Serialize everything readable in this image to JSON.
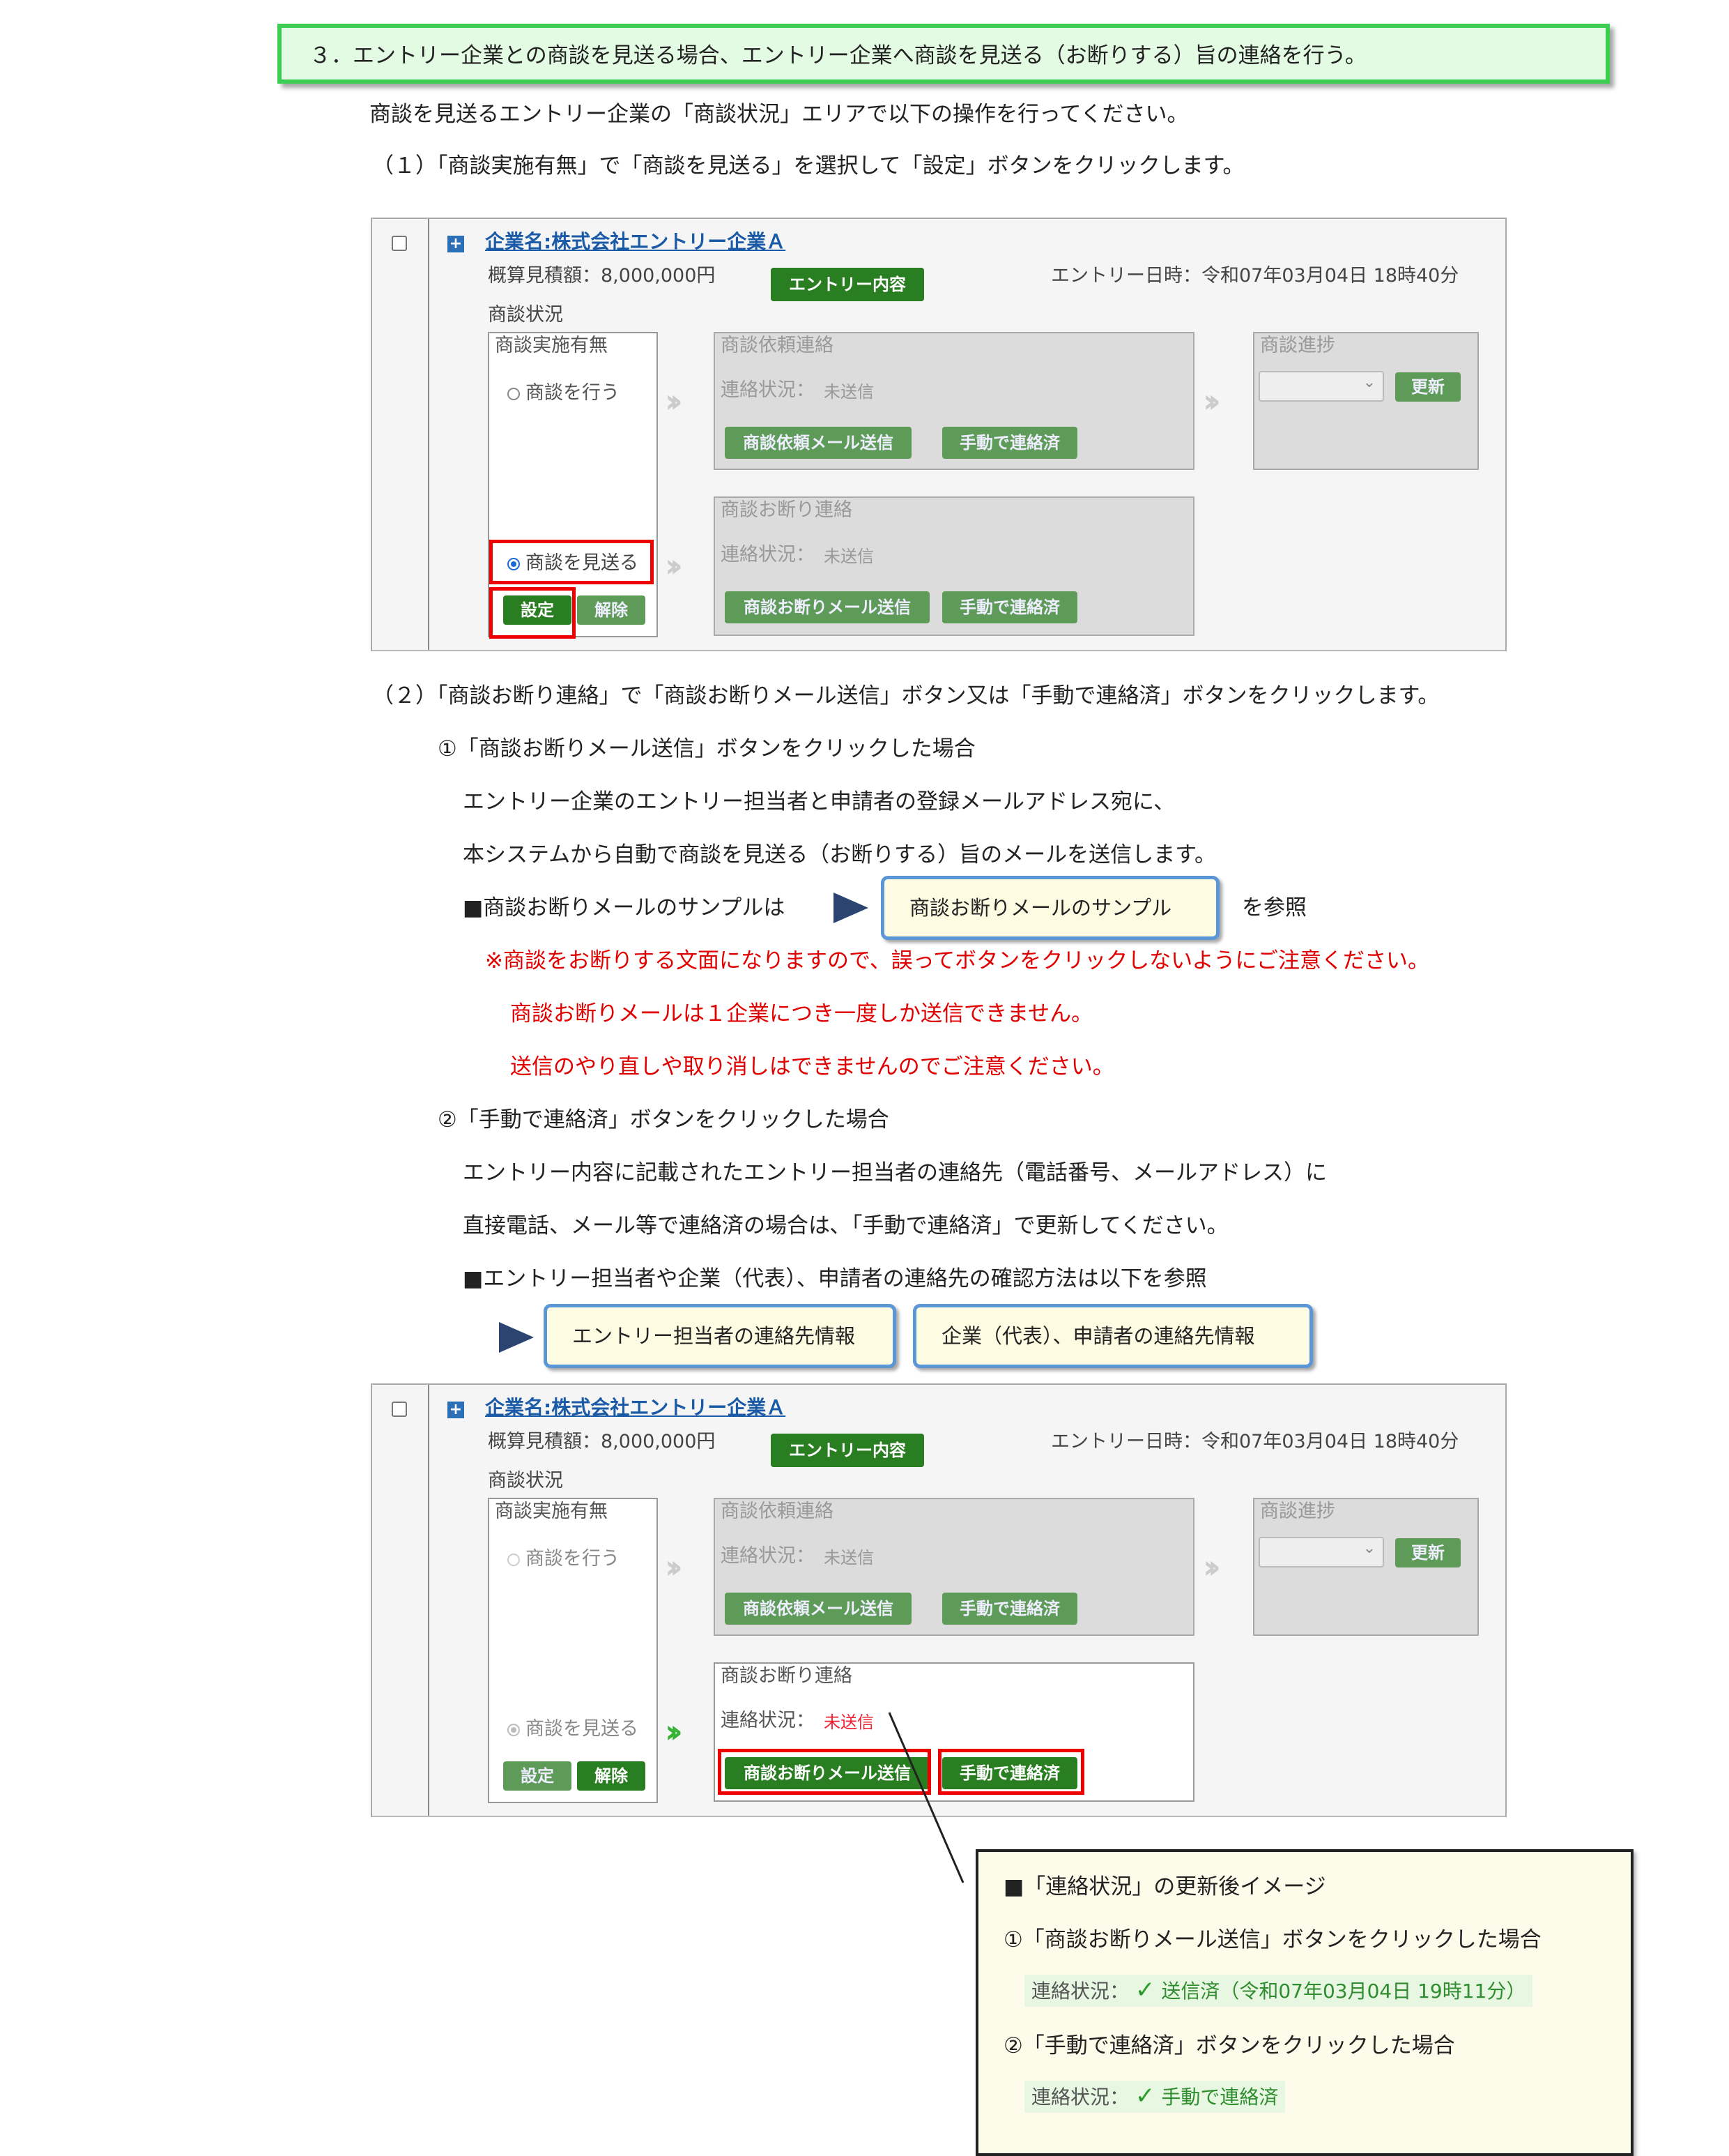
{
  "heading": "３．エントリー企業との商談を見送る場合、エントリー企業へ商談を見送る（お断りする）旨の連絡を行う。",
  "intro": "商談を見送るエントリー企業の「商談状況」エリアで以下の操作を行ってください。",
  "step1": "（１）「商談実施有無」で「商談を見送る」を選択して「設定」ボタンをクリックします。",
  "panel": {
    "company": "企業名:株式会社エントリー企業Ａ",
    "estimate": "概算見積額：8,000,000円",
    "entry_button": "エントリー内容",
    "entry_date": "エントリー日時：令和07年03月04日 18時40分",
    "status_area": "商談状況",
    "implement_title": "商談実施有無",
    "opt_do": "商談を行う",
    "opt_skip": "商談を見送る",
    "set_button": "設定",
    "cancel_button": "解除",
    "request_title": "商談依頼連絡",
    "contact_status_label": "連絡状況：",
    "unsent": "未送信",
    "request_mail_button": "商談依頼メール送信",
    "manual_button": "手動で連絡済",
    "decline_title": "商談お断り連絡",
    "decline_mail_button": "商談お断りメール送信",
    "progress_title": "商談進捗",
    "update_button": "更新"
  },
  "step2": "（２）「商談お断り連絡」で「商談お断りメール送信」ボタン又は「手動で連絡済」ボタンをクリックします。",
  "case1": {
    "title": "①「商談お断りメール送信」ボタンをクリックした場合",
    "line1": "エントリー企業のエントリー担当者と申請者の登録メールアドレス宛に、",
    "line2": "本システムから自動で商談を見送る（お断りする）旨のメールを送信します。",
    "sample_prefix": "■商談お断りメールのサンプルは",
    "sample_button": "商談お断りメールのサンプル",
    "sample_suffix": "を参照",
    "warn1": "※商談をお断りする文面になりますので、誤ってボタンをクリックしないようにご注意ください。",
    "warn2": "商談お断りメールは１企業につき一度しか送信できません。",
    "warn3": "送信のやり直しや取り消しはできませんのでご注意ください。"
  },
  "case2": {
    "title": "②「手動で連絡済」ボタンをクリックした場合",
    "line1": "エントリー内容に記載されたエントリー担当者の連絡先（電話番号、メールアドレス）に",
    "line2": "直接電話、メール等で連絡済の場合は､「手動で連絡済」で更新してください。",
    "ref": "■エントリー担当者や企業（代表）、申請者の連絡先の確認方法は以下を参照",
    "link1": "エントリー担当者の連絡先情報",
    "link2": "企業（代表）、申請者の連絡先情報"
  },
  "callout": {
    "title": "■「連絡状況」の更新後イメージ",
    "case1": "①「商談お断りメール送信」ボタンをクリックした場合",
    "status_label": "連絡状況：",
    "sent": "送信済（令和07年03月04日 19時11分）",
    "case2": "②「手動で連絡済」ボタンをクリックした場合",
    "manual": "手動で連絡済"
  },
  "colors": {
    "green_button": "#2a7e22",
    "red_highlight": "#e00000",
    "heading_border": "#3ccd53",
    "link_border": "#5b97d6"
  }
}
